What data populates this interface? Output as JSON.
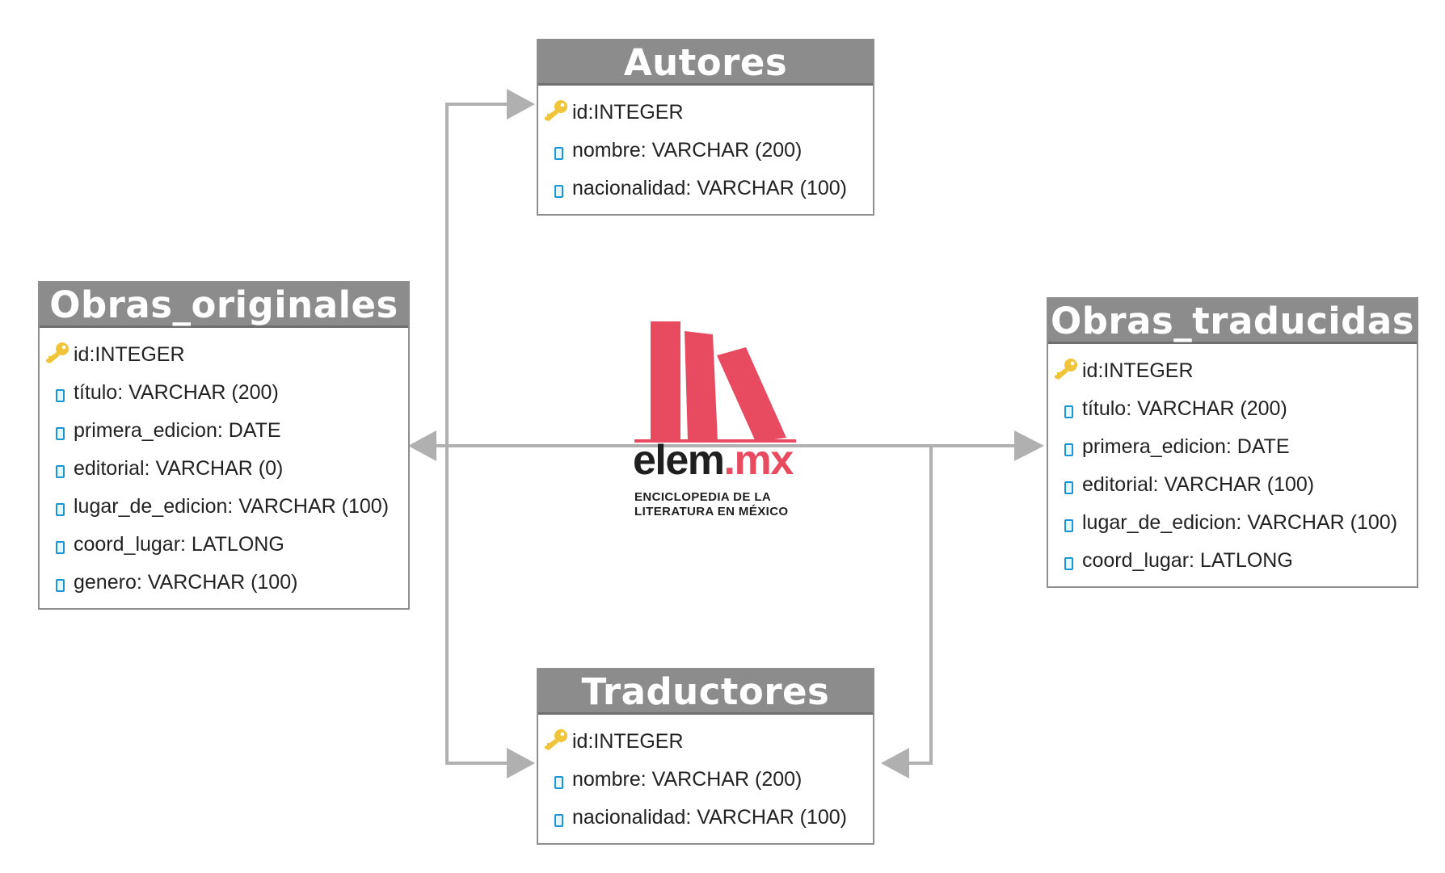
{
  "tables": [
    {
      "title": "Autores",
      "fields": [
        {
          "text": "id:INTEGER",
          "icon": "key-icon"
        },
        {
          "text": "nombre: VARCHAR (200)",
          "icon": "field-icon"
        },
        {
          "text": "nacionalidad: VARCHAR (100)",
          "icon": "field-icon"
        }
      ]
    },
    {
      "title": "Obras_originales",
      "fields": [
        {
          "text": "id:INTEGER",
          "icon": "key-icon"
        },
        {
          "text": "título: VARCHAR (200)",
          "icon": "field-icon"
        },
        {
          "text": "primera_edicion: DATE",
          "icon": "field-icon"
        },
        {
          "text": "editorial: VARCHAR (0)",
          "icon": "field-icon"
        },
        {
          "text": "lugar_de_edicion: VARCHAR (100)",
          "icon": "field-icon"
        },
        {
          "text": "coord_lugar: LATLONG",
          "icon": "field-icon"
        },
        {
          "text": "genero: VARCHAR (100)",
          "icon": "field-icon"
        }
      ]
    },
    {
      "title": "Obras_traducidas",
      "fields": [
        {
          "text": "id:INTEGER",
          "icon": "key-icon"
        },
        {
          "text": "título: VARCHAR (200)",
          "icon": "field-icon"
        },
        {
          "text": "primera_edicion: DATE",
          "icon": "field-icon"
        },
        {
          "text": "editorial: VARCHAR (100)",
          "icon": "field-icon"
        },
        {
          "text": "lugar_de_edicion: VARCHAR (100)",
          "icon": "field-icon"
        },
        {
          "text": "coord_lugar: LATLONG",
          "icon": "field-icon"
        }
      ]
    },
    {
      "title": "Traductores",
      "fields": [
        {
          "text": "id:INTEGER",
          "icon": "key-icon"
        },
        {
          "text": "nombre: VARCHAR (200)",
          "icon": "field-icon"
        },
        {
          "text": "nacionalidad: VARCHAR (100)",
          "icon": "field-icon"
        }
      ]
    }
  ],
  "logo": {
    "wordmark_main": "elem",
    "wordmark_accent": ".mx",
    "tagline_line1": "ENCICLOPEDIA DE LA",
    "tagline_line2": "LITERATURA EN MÉXICO",
    "icon": "books-logo-icon"
  },
  "colors": {
    "header": "#8c8c8c",
    "connector": "#b0b0b0",
    "key": "#f0c53a",
    "field_marker": "#1a96d4",
    "logo_accent": "#e84a60",
    "wordmark": "#1f1f1f"
  }
}
